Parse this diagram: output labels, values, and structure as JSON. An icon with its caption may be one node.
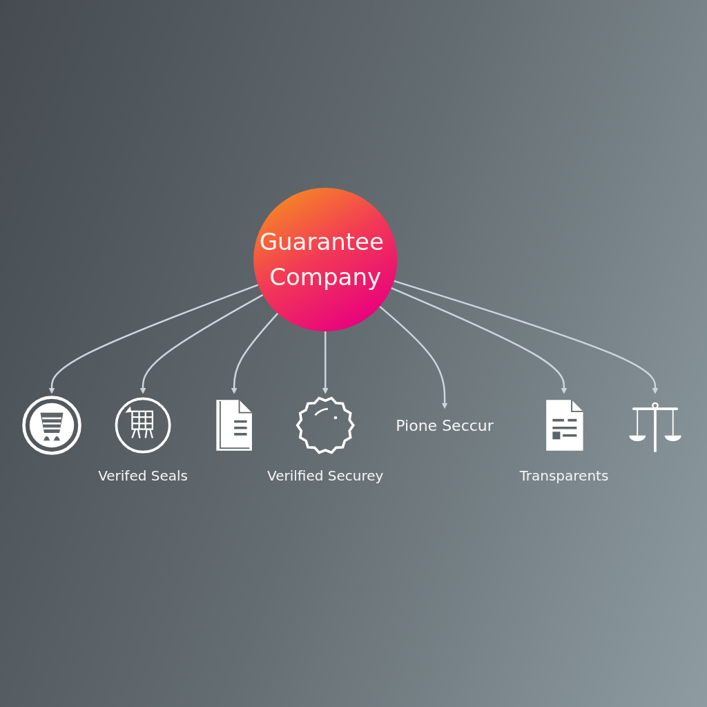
{
  "diagram": {
    "nodes": [
      {
        "text": [
          "Guarantee Company"
        ]
      },
      {
        "text": [],
        "shape": "picture"
      },
      {
        "text": [],
        "shape": "picture",
        "beside": [
          "Verifed Seals"
        ]
      },
      {
        "text": [],
        "shape": "picture"
      },
      {
        "text": [],
        "shape": "picture",
        "beside": [
          "Verilfied Securey"
        ]
      },
      {
        "text": [
          "Pione Seccur"
        ]
      },
      {
        "text": [],
        "shape": "picture",
        "beside": [
          "Transparents"
        ]
      },
      {
        "text": [],
        "shape": "picture"
      }
    ],
    "edges": [
      {
        "from": 0,
        "to": 1,
        "arrow": "to"
      },
      {
        "from": 0,
        "to": 2,
        "arrow": "to"
      },
      {
        "from": 0,
        "to": 3,
        "arrow": "to"
      },
      {
        "from": 0,
        "to": 4,
        "arrow": "to"
      },
      {
        "from": 0,
        "to": 5,
        "arrow": "to"
      },
      {
        "from": 0,
        "to": 6,
        "arrow": "to"
      },
      {
        "from": 0,
        "to": 7,
        "arrow": "to"
      }
    ]
  }
}
